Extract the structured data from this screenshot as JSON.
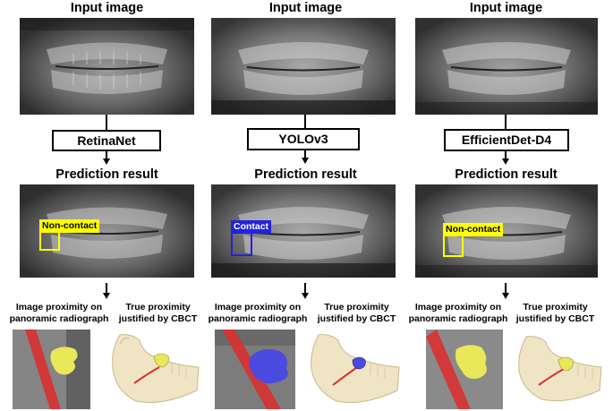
{
  "columns": [
    {
      "input_title": "Input image",
      "model": "RetinaNet",
      "result_title": "Prediction result",
      "prediction_label": "Non-contact",
      "prediction_color": "#ffff00",
      "prediction_text_color": "#000000",
      "caption_left": "Image proximity on panoramic radiograph",
      "caption_right": "True proximity justified by CBCT",
      "tooth_color": "#e8e85a"
    },
    {
      "input_title": "Input image",
      "model": "YOLOv3",
      "result_title": "Prediction result",
      "prediction_label": "Contact",
      "prediction_color": "#2222dd",
      "prediction_text_color": "#ffffff",
      "caption_left": "Image proximity on panoramic radiograph",
      "caption_right": "True proximity justified by CBCT",
      "tooth_color": "#4a4ae0"
    },
    {
      "input_title": "Input image",
      "model": "EfficientDet-D4",
      "result_title": "Prediction result",
      "prediction_label": "Non-contact",
      "prediction_color": "#ffff00",
      "prediction_text_color": "#000000",
      "caption_left": "Image proximity on panoramic radiograph",
      "caption_right": "True proximity justified by CBCT",
      "tooth_color": "#e8e85a"
    }
  ],
  "colors": {
    "nerve": "#d93030",
    "bone": "#efe4c4",
    "xray_dark": "#2a2a2a"
  }
}
